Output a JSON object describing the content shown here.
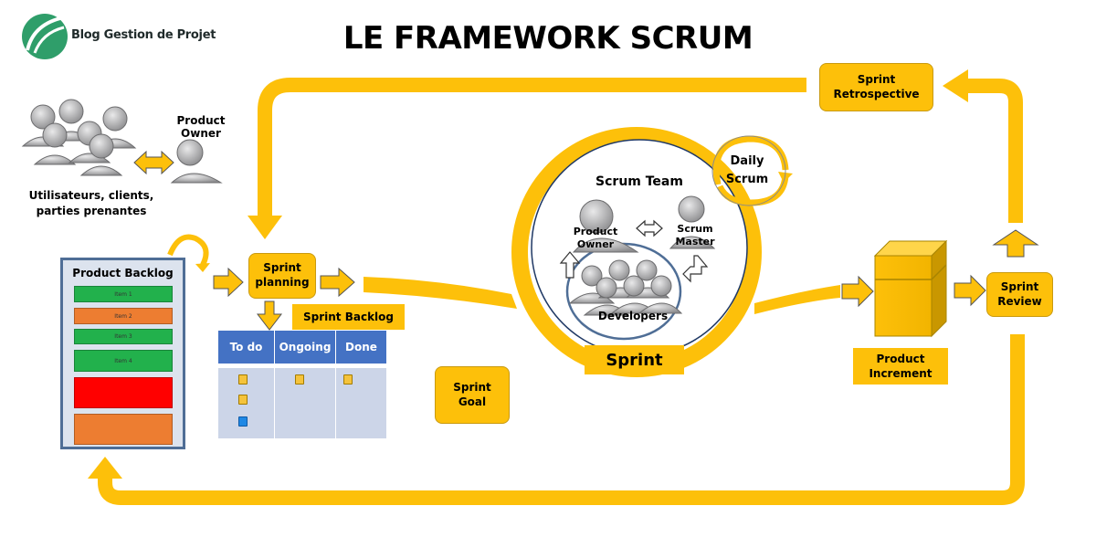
{
  "header": {
    "logo_text": "Blog Gestion de Projet",
    "title": "LE FRAMEWORK SCRUM"
  },
  "stakeholders": {
    "product_owner_label": "Product Owner",
    "users_label_line1": "Utilisateurs, clients,",
    "users_label_line2": "parties prenantes"
  },
  "product_backlog": {
    "title": "Product Backlog",
    "items": [
      "Item 1",
      "Item 2",
      "Item 3",
      "Item 4",
      "",
      ""
    ],
    "item_colors": [
      "#22b14c",
      "#ed7d31",
      "#22b14c",
      "#22b14c",
      "#ff0000",
      "#ed7d31"
    ]
  },
  "sprint_planning": {
    "line1": "Sprint",
    "line2": "planning"
  },
  "sprint_backlog": {
    "label": "Sprint Backlog",
    "columns": [
      "To do",
      "Ongoing",
      "Done"
    ]
  },
  "sprint_goal": {
    "line1": "Sprint",
    "line2": "Goal"
  },
  "scrum_team": {
    "title": "Scrum Team",
    "product_owner_line1": "Product",
    "product_owner_line2": "Owner",
    "scrum_master_line1": "Scrum",
    "scrum_master_line2": "Master",
    "developers": "Developers"
  },
  "daily_scrum": {
    "line1": "Daily",
    "line2": "Scrum"
  },
  "sprint_label": "Sprint",
  "product_increment": {
    "line1": "Product",
    "line2": "Increment"
  },
  "sprint_review": {
    "line1": "Sprint",
    "line2": "Review"
  },
  "sprint_retrospective": {
    "line1": "Sprint",
    "line2": "Retrospective"
  },
  "colors": {
    "accent_yellow": "#fdc00a",
    "kanban_header": "#4472c4",
    "backlog_border": "#4f6e96",
    "logo_green": "#2f9e6a"
  }
}
